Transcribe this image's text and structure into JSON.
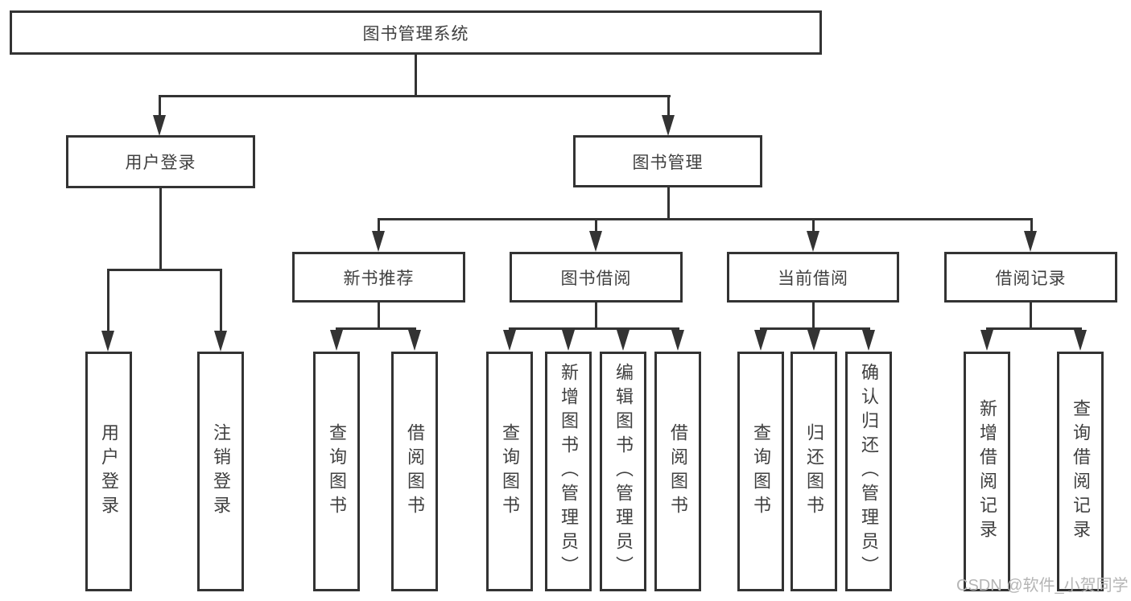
{
  "diagram": {
    "root": {
      "label": "图书管理系统"
    },
    "level2": {
      "user_login": {
        "label": "用户登录"
      },
      "book_management": {
        "label": "图书管理"
      }
    },
    "level3": {
      "new_books": {
        "label": "新书推荐"
      },
      "borrowing": {
        "label": "图书借阅"
      },
      "current": {
        "label": "当前借阅"
      },
      "records": {
        "label": "借阅记录"
      }
    },
    "leaves": {
      "user_login": [
        "用户登录",
        "注销登录"
      ],
      "new_books": [
        "查询图书",
        "借阅图书"
      ],
      "borrowing": [
        "查询图书",
        "新增图书（管理员）",
        "编辑图书（管理员）",
        "借阅图书"
      ],
      "current": [
        "查询图书",
        "归还图书",
        "确认归还（管理员）"
      ],
      "records": [
        "新增借阅记录",
        "查询借阅记录"
      ]
    }
  },
  "watermark": "CSDN @软件_小贺同学",
  "colors": {
    "line": "#333333",
    "text": "#404040",
    "watermark": "#b5b5b5",
    "background": "#ffffff"
  }
}
